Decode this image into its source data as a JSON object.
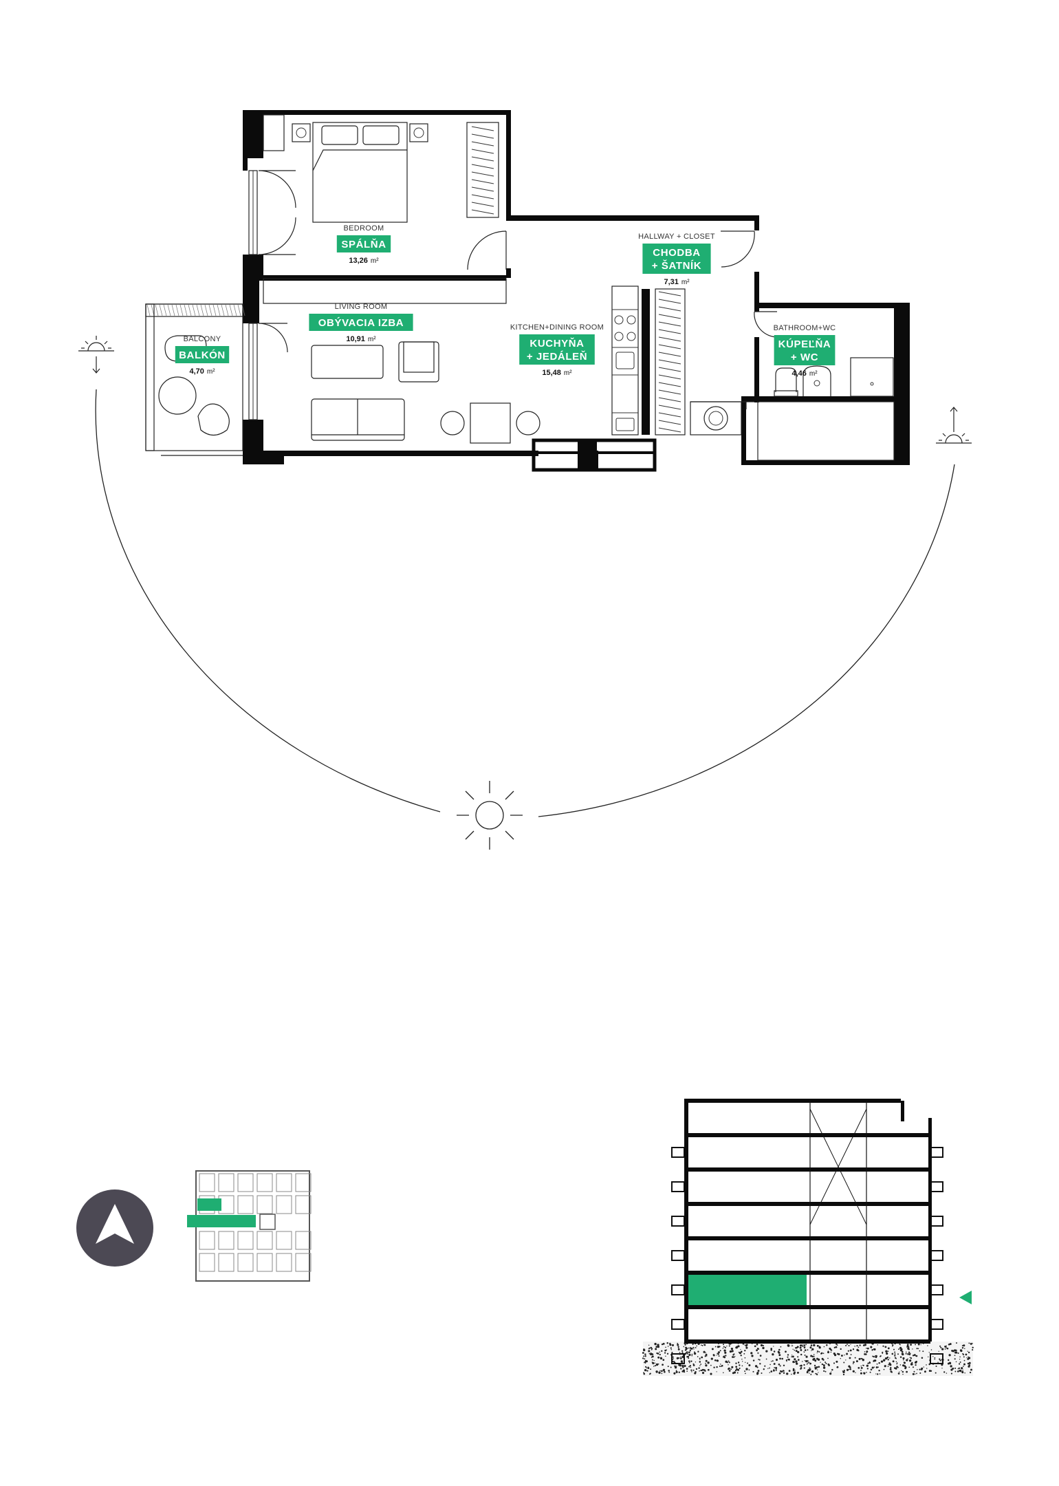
{
  "colors": {
    "accent": "#1fae72",
    "wall": "#0b0b0b",
    "compass": "#4c4954"
  },
  "rooms": [
    {
      "id": "bedroom",
      "en": "BEDROOM",
      "sk": [
        "SPÁLŇA"
      ],
      "area": "13,26",
      "unit": "m²"
    },
    {
      "id": "living",
      "en": "LIVING ROOM",
      "sk": [
        "OBÝVACIA IZBA"
      ],
      "area": "10,91",
      "unit": "m²"
    },
    {
      "id": "kitchen",
      "en": "KITCHEN+DINING ROOM",
      "sk": [
        "KUCHYŇA",
        "+ JEDÁLEŇ"
      ],
      "area": "15,48",
      "unit": "m²"
    },
    {
      "id": "hallway",
      "en": "HALLWAY + CLOSET",
      "sk": [
        "CHODBA",
        "+ ŠATNÍK"
      ],
      "area": "7,31",
      "unit": "m²"
    },
    {
      "id": "bathroom",
      "en": "BATHROOM+WC",
      "sk": [
        "KÚPEĽŇA",
        "+ WC"
      ],
      "area": "4,46",
      "unit": "m²"
    },
    {
      "id": "balcony",
      "en": "BALCONY",
      "sk": [
        "BALKÓN"
      ],
      "area": "4,70",
      "unit": "m²"
    }
  ],
  "sun_path": {
    "sunset_icon": "sunset-icon",
    "noon_icon": "sun-icon",
    "sunrise_icon": "sunrise-icon"
  },
  "compass": {
    "icon": "north-arrow-icon"
  },
  "section": {
    "floors": 7,
    "highlighted_floor_from_bottom": 2,
    "marker_icon": "floor-marker-triangle-icon"
  }
}
